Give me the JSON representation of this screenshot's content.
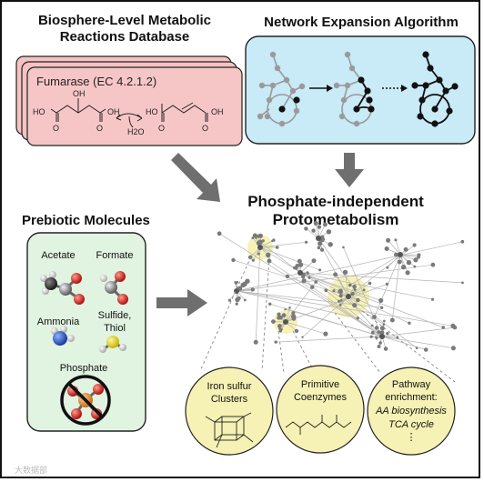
{
  "database": {
    "title_line1": "Biosphere-Level Metabolic",
    "title_line2": "Reactions Database",
    "reaction_label": "Fumarase (EC 4.2.1.2)",
    "water": "H2O"
  },
  "network": {
    "title": "Network Expansion Algorithm"
  },
  "prebiotic": {
    "title": "Prebiotic Molecules",
    "molecules": [
      "Acetate",
      "Formate",
      "Ammonia",
      "Sulfide,",
      "Thiol",
      "Phosphate"
    ]
  },
  "result": {
    "title_line1": "Phosphate-independent",
    "title_line2": "Protometabolism"
  },
  "insets": [
    {
      "line1": "Iron sulfur",
      "line2": "Clusters"
    },
    {
      "line1": "Primitive",
      "line2": "Coenzymes"
    },
    {
      "line1": "Pathway",
      "line2": "enrichment:",
      "line3": "AA biosynthesis",
      "line4": "TCA cycle",
      "line5": "⋮"
    }
  ],
  "watermark": "大数据部"
}
